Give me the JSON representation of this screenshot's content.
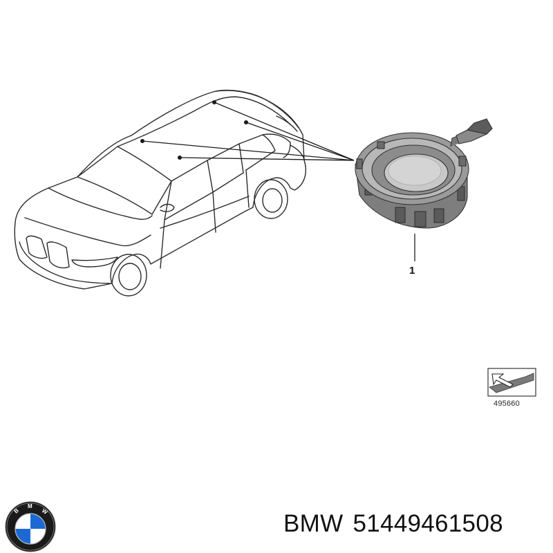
{
  "diagram": {
    "callout_label": "1",
    "reference_number": "495660"
  },
  "footer": {
    "brand": "BMW",
    "part_number": "51449461508"
  },
  "logo": {
    "icon": "bmw-roundel-icon",
    "letters": "BMW",
    "colors": {
      "blue": "#1c69d4",
      "white": "#ffffff",
      "ring": "#1a1a1a"
    }
  }
}
